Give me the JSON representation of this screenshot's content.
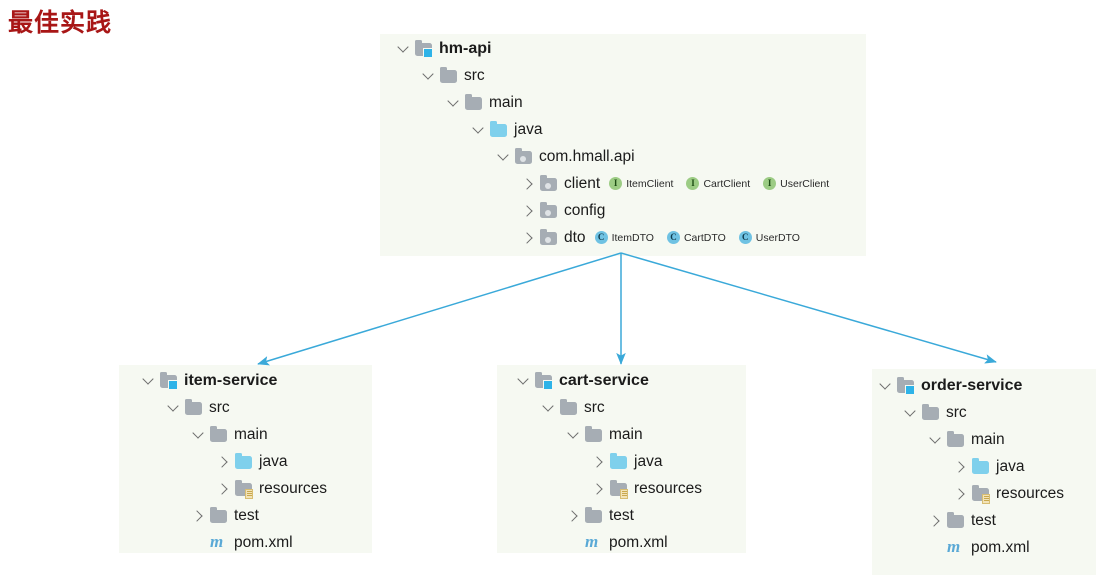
{
  "title": "最佳实践",
  "colors": {
    "title": "#a81616",
    "panel_bg": "#f6f9f2",
    "arrow": "#3aa9d9",
    "folder_gray": "#a6adb4",
    "folder_blue": "#7fd0ec",
    "interface_badge": "#9ccc84",
    "class_badge": "#6fc2e3",
    "maven_icon": "#5aa9d6"
  },
  "panels": {
    "api": {
      "name": "hm-api",
      "rows": [
        {
          "label": "hm-api",
          "indent": 0,
          "chev": "down",
          "icon": "folder-module",
          "bold": true,
          "chips": []
        },
        {
          "label": "src",
          "indent": 1,
          "chev": "down",
          "icon": "folder",
          "bold": false,
          "chips": []
        },
        {
          "label": "main",
          "indent": 2,
          "chev": "down",
          "icon": "folder",
          "bold": false,
          "chips": []
        },
        {
          "label": "java",
          "indent": 3,
          "chev": "down",
          "icon": "folder-source",
          "bold": false,
          "chips": []
        },
        {
          "label": "com.hmall.api",
          "indent": 4,
          "chev": "down",
          "icon": "folder-package",
          "bold": false,
          "chips": []
        },
        {
          "label": "client",
          "indent": 5,
          "chev": "right",
          "icon": "folder-package",
          "bold": false,
          "chips": [
            {
              "kind": "interface",
              "letter": "I",
              "name": "ItemClient"
            },
            {
              "kind": "interface",
              "letter": "I",
              "name": "CartClient"
            },
            {
              "kind": "interface",
              "letter": "I",
              "name": "UserClient"
            }
          ]
        },
        {
          "label": "config",
          "indent": 5,
          "chev": "right",
          "icon": "folder-package",
          "bold": false,
          "chips": []
        },
        {
          "label": "dto",
          "indent": 5,
          "chev": "right",
          "icon": "folder-package",
          "bold": false,
          "chips": [
            {
              "kind": "class",
              "letter": "C",
              "name": "ItemDTO"
            },
            {
              "kind": "class",
              "letter": "C",
              "name": "CartDTO"
            },
            {
              "kind": "class",
              "letter": "C",
              "name": "UserDTO"
            }
          ]
        }
      ]
    },
    "item": {
      "name": "item-service",
      "rows": [
        {
          "label": "item-service",
          "indent": 0,
          "chev": "down",
          "icon": "folder-module",
          "bold": true,
          "chips": []
        },
        {
          "label": "src",
          "indent": 1,
          "chev": "down",
          "icon": "folder",
          "bold": false,
          "chips": []
        },
        {
          "label": "main",
          "indent": 2,
          "chev": "down",
          "icon": "folder",
          "bold": false,
          "chips": []
        },
        {
          "label": "java",
          "indent": 3,
          "chev": "right",
          "icon": "folder-source",
          "bold": false,
          "chips": []
        },
        {
          "label": "resources",
          "indent": 3,
          "chev": "right",
          "icon": "folder-resources",
          "bold": false,
          "chips": []
        },
        {
          "label": "test",
          "indent": 2,
          "chev": "right",
          "icon": "folder",
          "bold": false,
          "chips": []
        },
        {
          "label": "pom.xml",
          "indent": 2,
          "chev": "none",
          "icon": "maven",
          "bold": false,
          "chips": []
        }
      ]
    },
    "cart": {
      "name": "cart-service",
      "rows": [
        {
          "label": "cart-service",
          "indent": 0,
          "chev": "down",
          "icon": "folder-module",
          "bold": true,
          "chips": []
        },
        {
          "label": "src",
          "indent": 1,
          "chev": "down",
          "icon": "folder",
          "bold": false,
          "chips": []
        },
        {
          "label": "main",
          "indent": 2,
          "chev": "down",
          "icon": "folder",
          "bold": false,
          "chips": []
        },
        {
          "label": "java",
          "indent": 3,
          "chev": "right",
          "icon": "folder-source",
          "bold": false,
          "chips": []
        },
        {
          "label": "resources",
          "indent": 3,
          "chev": "right",
          "icon": "folder-resources",
          "bold": false,
          "chips": []
        },
        {
          "label": "test",
          "indent": 2,
          "chev": "right",
          "icon": "folder",
          "bold": false,
          "chips": []
        },
        {
          "label": "pom.xml",
          "indent": 2,
          "chev": "none",
          "icon": "maven",
          "bold": false,
          "chips": []
        }
      ]
    },
    "order": {
      "name": "order-service",
      "rows": [
        {
          "label": "order-service",
          "indent": 0,
          "chev": "down",
          "icon": "folder-module",
          "bold": true,
          "chips": []
        },
        {
          "label": "src",
          "indent": 1,
          "chev": "down",
          "icon": "folder",
          "bold": false,
          "chips": []
        },
        {
          "label": "main",
          "indent": 2,
          "chev": "down",
          "icon": "folder",
          "bold": false,
          "chips": []
        },
        {
          "label": "java",
          "indent": 3,
          "chev": "right",
          "icon": "folder-source",
          "bold": false,
          "chips": []
        },
        {
          "label": "resources",
          "indent": 3,
          "chev": "right",
          "icon": "folder-resources",
          "bold": false,
          "chips": []
        },
        {
          "label": "test",
          "indent": 2,
          "chev": "right",
          "icon": "folder",
          "bold": false,
          "chips": []
        },
        {
          "label": "pom.xml",
          "indent": 2,
          "chev": "none",
          "icon": "maven",
          "bold": false,
          "chips": []
        }
      ]
    }
  },
  "arrows": [
    {
      "from": "hm-api",
      "to": "item-service"
    },
    {
      "from": "hm-api",
      "to": "cart-service"
    },
    {
      "from": "hm-api",
      "to": "order-service"
    }
  ]
}
